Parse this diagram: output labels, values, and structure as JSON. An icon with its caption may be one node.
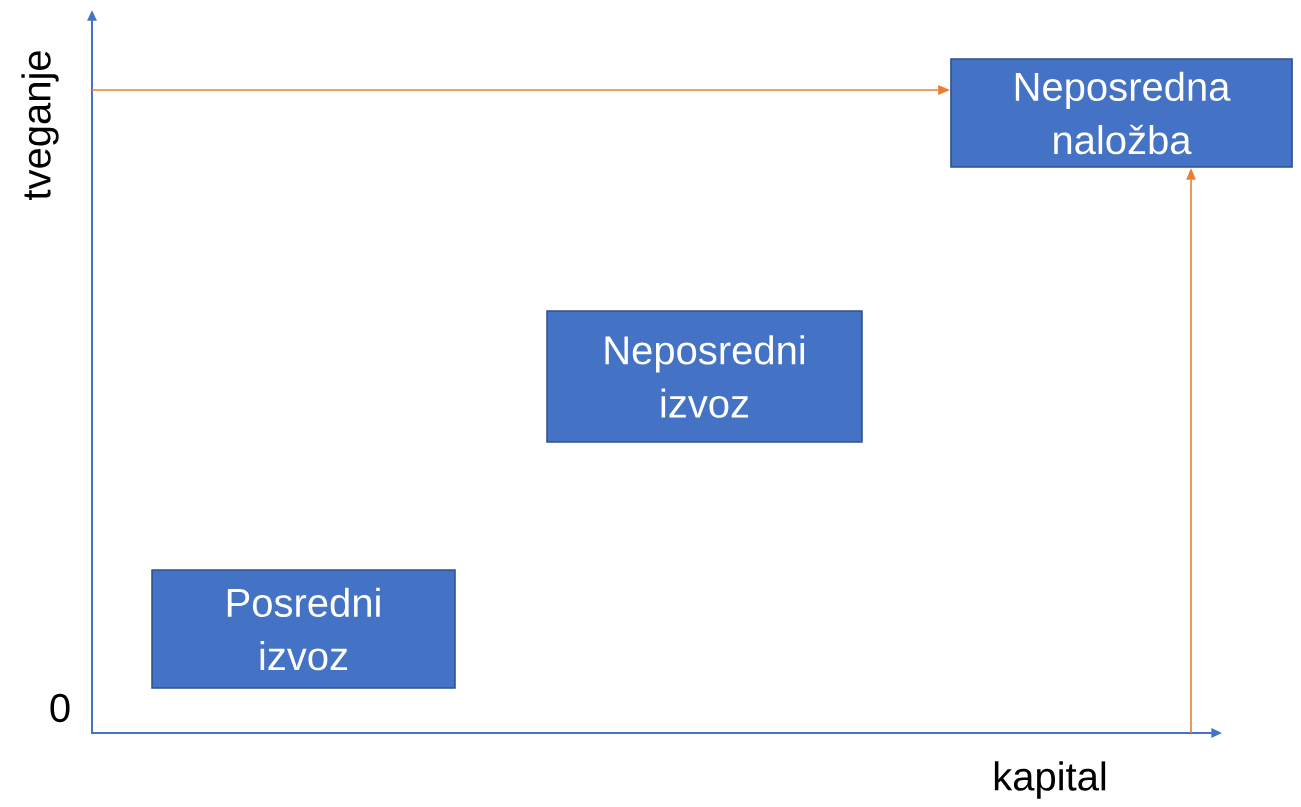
{
  "diagram": {
    "nodes": [
      {
        "text": [
          "Posredni izvoz"
        ]
      },
      {
        "text": [
          "Neposredni izvoz"
        ]
      },
      {
        "text": [
          "Neposredna naložba"
        ]
      }
    ],
    "edges": [
      {
        "from": null,
        "to": 2,
        "arrow": "to"
      },
      {
        "from": null,
        "to": 2,
        "arrow": "to"
      }
    ],
    "labels": [
      "tveganje",
      "0",
      "kapital"
    ]
  }
}
